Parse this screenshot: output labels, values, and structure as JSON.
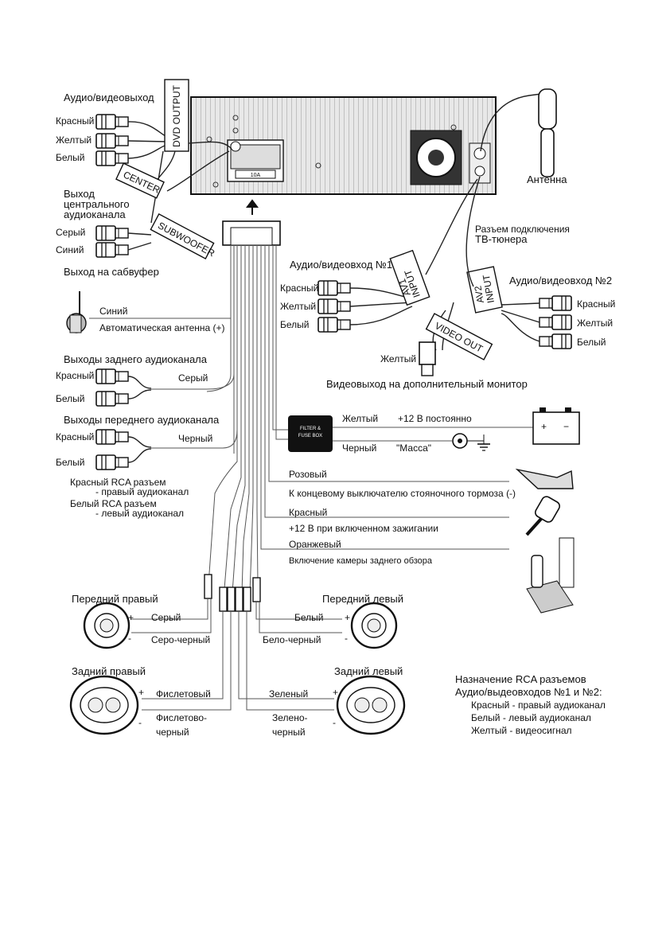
{
  "head_unit": {
    "fuse": "10A"
  },
  "dvd_output": {
    "title": "Аудио/видеовыход",
    "tag": "DVD OUTPUT",
    "red": "Красный",
    "yellow": "Желтый",
    "white": "Белый"
  },
  "center": {
    "tag": "CENTER",
    "label": [
      "Выход",
      "центрального",
      "аудиоканала"
    ]
  },
  "subwoofer": {
    "tag": "SUBWOOFER",
    "gray": "Серый",
    "blue": "Синий",
    "label": "Выход на сабвуфер"
  },
  "antenna": {
    "label": "Антенна"
  },
  "tv_tuner": {
    "label": [
      "Разъем подключения",
      "ТВ-тюнера"
    ]
  },
  "auto_antenna": {
    "wire": "Синий",
    "label": "Автоматическая антенна (+)"
  },
  "av1": {
    "title": "Аудио/видеовход №1",
    "tag": [
      "AV1",
      "INPUT"
    ],
    "red": "Красный",
    "yellow": "Желтый",
    "white": "Белый"
  },
  "av2": {
    "title": "Аудио/видеовход №2",
    "tag": [
      "AV2",
      "INPUT"
    ],
    "red": "Красный",
    "yellow": "Желтый",
    "white": "Белый"
  },
  "video_out": {
    "tag": "VIDEO OUT",
    "yellow": "Желтый",
    "label": "Видеовыход на дополнительный монитор"
  },
  "rear_audio": {
    "title": "Выходы заднего аудиоканала",
    "red": "Красный",
    "white": "Белый",
    "wire": "Серый"
  },
  "front_audio": {
    "title": "Выходы переднего аудиоканала",
    "red": "Красный",
    "white": "Белый",
    "wire": "Черный"
  },
  "rca_note": {
    "line1": "Красный RCA разъем",
    "line2": "- правый аудиоканал",
    "line3": "Белый RCA разъем",
    "line4": "- левый аудиоканал"
  },
  "fuse_box": {
    "text1": "FILTER  &",
    "text2": "FUSE  BOX"
  },
  "power": {
    "yellow": "Желтый",
    "const12": "+12 В постоянно",
    "black": "Черный",
    "ground": "\"Масса\"",
    "pink": "Розовый",
    "brake": "К концевому выключателю стояночного тормоза (-)",
    "red": "Красный",
    "ign12": "+12 В при включенном зажигании",
    "orange": "Оранжевый",
    "camera": "Включение камеры заднего обзора"
  },
  "speakers": {
    "front_right": {
      "title": "Передний правый",
      "pos": "Серый",
      "neg": "Серо-черный"
    },
    "front_left": {
      "title": "Передний левый",
      "pos": "Белый",
      "neg": "Бело-черный"
    },
    "rear_right": {
      "title": "Задний правый",
      "pos": "Фислетовый",
      "neg1": "Фислетово-",
      "neg2": "черный"
    },
    "rear_left": {
      "title": "Задний левый",
      "pos": "Зеленый",
      "neg1": "Зелено-",
      "neg2": "черный"
    },
    "plus": "+",
    "minus": "-"
  },
  "legend": {
    "title1": "Назначение RCA разъемов",
    "title2": "Аудио/выдеовходов №1 и №2:",
    "l1": "Красный - правый аудиоканал",
    "l2": "Белый - левый аудиоканал",
    "l3": "Желтый - видеосигнал"
  }
}
